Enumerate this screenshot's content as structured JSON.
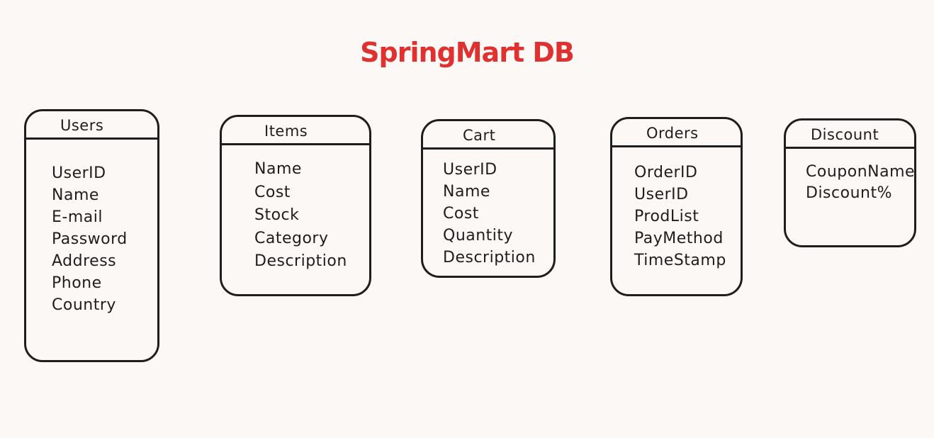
{
  "diagram": {
    "title": "SpringMart DB",
    "tables": {
      "users": {
        "name": "Users",
        "fields": [
          "UserID",
          "Name",
          "E-mail",
          "Password",
          "Address",
          "Phone",
          "Country"
        ]
      },
      "items": {
        "name": "Items",
        "fields": [
          "Name",
          "Cost",
          "Stock",
          "Category",
          "Description"
        ]
      },
      "cart": {
        "name": "Cart",
        "fields": [
          "UserID",
          "Name",
          "Cost",
          "Quantity",
          "Description"
        ]
      },
      "orders": {
        "name": "Orders",
        "fields": [
          "OrderID",
          "UserID",
          "ProdList",
          "PayMethod",
          "TimeStamp"
        ]
      },
      "discount": {
        "name": "Discount",
        "fields": [
          "CouponName",
          "Discount%"
        ]
      }
    }
  },
  "colors": {
    "background": "#fcf8f6",
    "title": "#e03131",
    "stroke": "#1e1e1e"
  }
}
